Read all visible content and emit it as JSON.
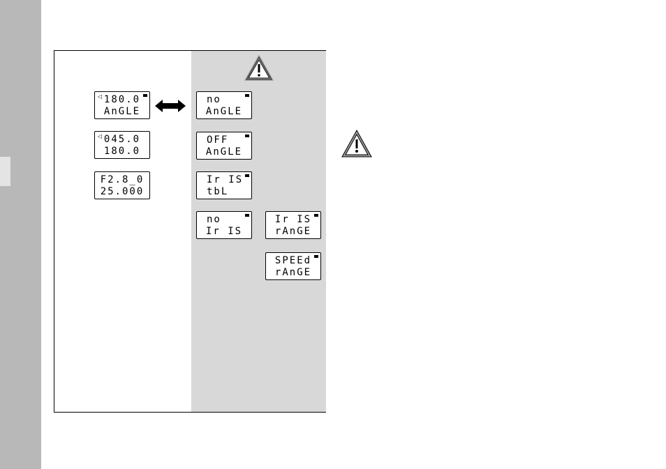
{
  "displays": {
    "angle_180": {
      "line1": "180.0",
      "line2": "AnGLE",
      "pointer": "◁"
    },
    "angle_045": {
      "line1": "045.0",
      "line2": "180.0",
      "pointer": "◁"
    },
    "fstop": {
      "line1": "F2.8_0",
      "line2": "25.000"
    },
    "no_angle": {
      "line1": "no",
      "line2": "AnGLE"
    },
    "off_angle": {
      "line1": "OFF",
      "line2": "AnGLE"
    },
    "iris_tbl": {
      "line1": "Ir IS",
      "line2": "tbL"
    },
    "no_iris": {
      "line1": "no",
      "line2": "Ir IS"
    },
    "iris_range": {
      "line1": "Ir IS",
      "line2": "rAnGE"
    },
    "speed_range": {
      "line1": "SPEEd",
      "line2": "rAnGE"
    }
  },
  "icons": {
    "warning_panel": "warning-triangle-icon",
    "warning_text": "warning-triangle-icon",
    "arrow": "double-arrow-icon"
  }
}
